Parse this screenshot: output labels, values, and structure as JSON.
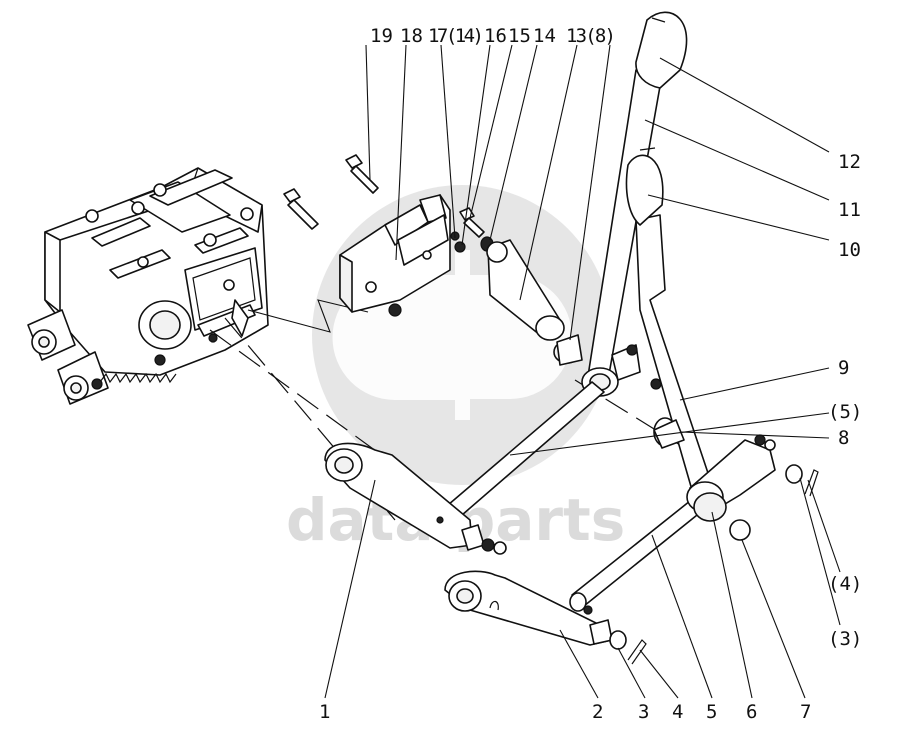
{
  "watermark": {
    "text": "data parts",
    "color": "#c8c8c8"
  },
  "callouts": [
    {
      "id": "c19",
      "text": "19"
    },
    {
      "id": "c18",
      "text": "18"
    },
    {
      "id": "c17",
      "text": "17(14)"
    },
    {
      "id": "c16",
      "text": "16"
    },
    {
      "id": "c15",
      "text": "15"
    },
    {
      "id": "c14",
      "text": "14"
    },
    {
      "id": "c13",
      "text": "13(8)"
    },
    {
      "id": "c12",
      "text": "12"
    },
    {
      "id": "c11",
      "text": "11"
    },
    {
      "id": "c10",
      "text": "10"
    },
    {
      "id": "c9",
      "text": "9"
    },
    {
      "id": "c5b",
      "text": "(5)"
    },
    {
      "id": "c8",
      "text": "8"
    },
    {
      "id": "c4b",
      "text": "(4)"
    },
    {
      "id": "c3b",
      "text": "(3)"
    },
    {
      "id": "c1",
      "text": "1"
    },
    {
      "id": "c2",
      "text": "2"
    },
    {
      "id": "c3",
      "text": "3"
    },
    {
      "id": "c4",
      "text": "4"
    },
    {
      "id": "c5",
      "text": "5"
    },
    {
      "id": "c6",
      "text": "6"
    },
    {
      "id": "c7",
      "text": "7"
    }
  ]
}
